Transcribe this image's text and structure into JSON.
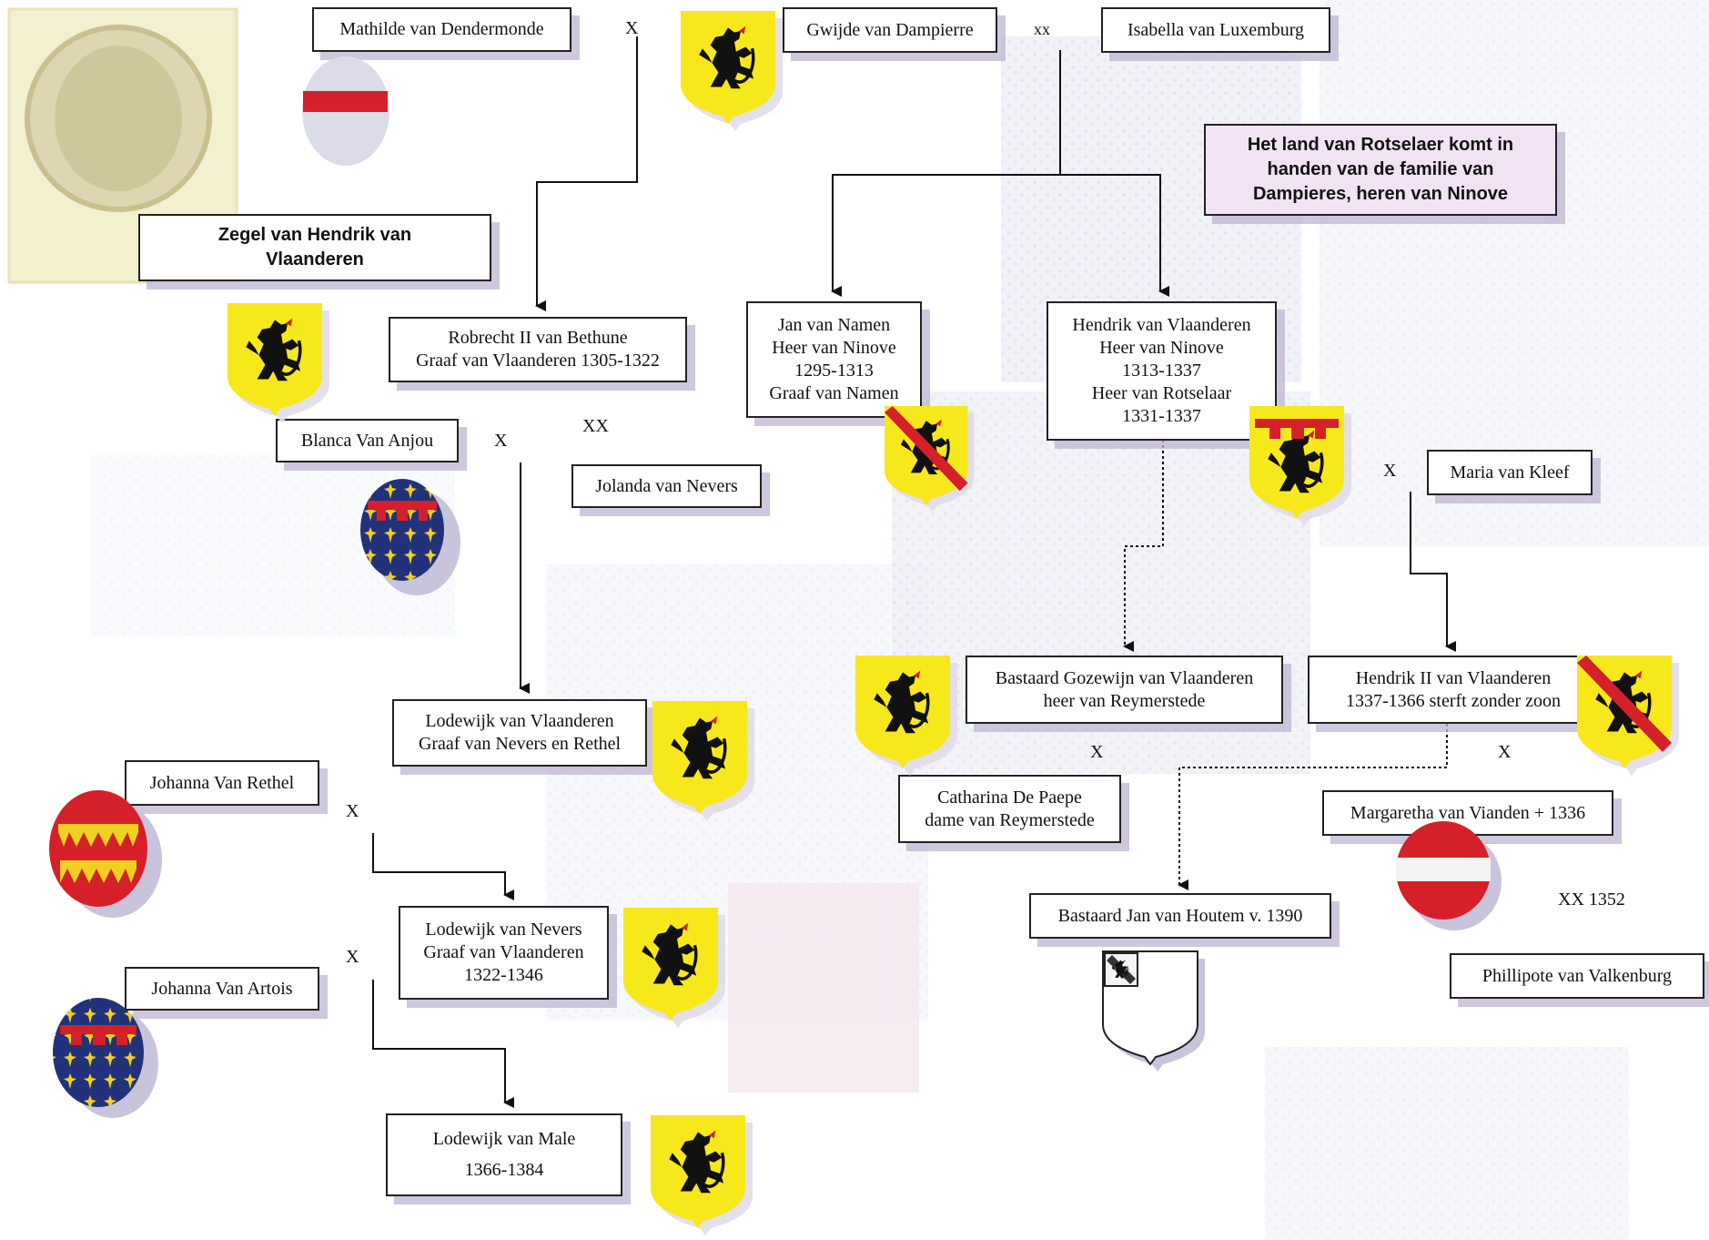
{
  "people": {
    "mathilde": "Mathilde van Dendermonde",
    "gwijde": "Gwijde van Dampierre",
    "isabella": "Isabella van Luxemburg",
    "robrecht": [
      "Robrecht II van Bethune",
      "Graaf van Vlaanderen 1305-1322"
    ],
    "blanca": "Blanca Van Anjou",
    "jolanda": "Jolanda van Nevers",
    "jan_namen": [
      "Jan van Namen",
      "Heer van Ninove",
      "1295-1313",
      "Graaf van Namen"
    ],
    "hendrik_vl": [
      "Hendrik van Vlaanderen",
      "Heer van Ninove",
      "1313-1337",
      "Heer van Rotselaar",
      "1331-1337"
    ],
    "maria_kleef": "Maria van Kleef",
    "lodewijk_vl": [
      "Lodewijk van Vlaanderen",
      "Graaf van Nevers en Rethel"
    ],
    "johanna_rethel": "Johanna Van Rethel",
    "lodewijk_nevers": [
      "Lodewijk van Nevers",
      "Graaf van Vlaanderen",
      "1322-1346"
    ],
    "johanna_artois": "Johanna Van Artois",
    "lodewijk_male": [
      "Lodewijk van Male",
      "1366-1384"
    ],
    "gozewijn": [
      "Bastaard Gozewijn van Vlaanderen",
      "heer van Reymerstede"
    ],
    "catharina": [
      "Catharina De Paepe",
      "dame van Reymerstede"
    ],
    "hendrik_ii": [
      "Hendrik II van Vlaanderen",
      "1337-1366 sterft zonder zoon"
    ],
    "margaretha": "Margaretha van Vianden + 1336",
    "jan_houtem": "Bastaard Jan van Houtem v. 1390",
    "phillipote": "Phillipote van Valkenburg"
  },
  "notes": {
    "seal_caption": "Zegel van Hendrik van Vlaanderen",
    "rotselaer_note": "Het land van Rotselaer komt in handen van de familie van Dampieres, heren van Ninove"
  },
  "marriage_marks": {
    "m1": "X",
    "m2": "xx",
    "m3": "XX",
    "m4": "X",
    "m5": "X",
    "m6": "X",
    "m7": "X",
    "m8": "X",
    "m9": "X",
    "m10": "XX 1352"
  },
  "colors": {
    "shield_yellow": "#f7e81c",
    "lion_black": "#111111",
    "label_red": "#d52029",
    "france_blue": "#22327a",
    "fleur_gold": "#f2d020",
    "box_shadow": "#bfb4d2",
    "note_purple": "#f1e3f3"
  }
}
